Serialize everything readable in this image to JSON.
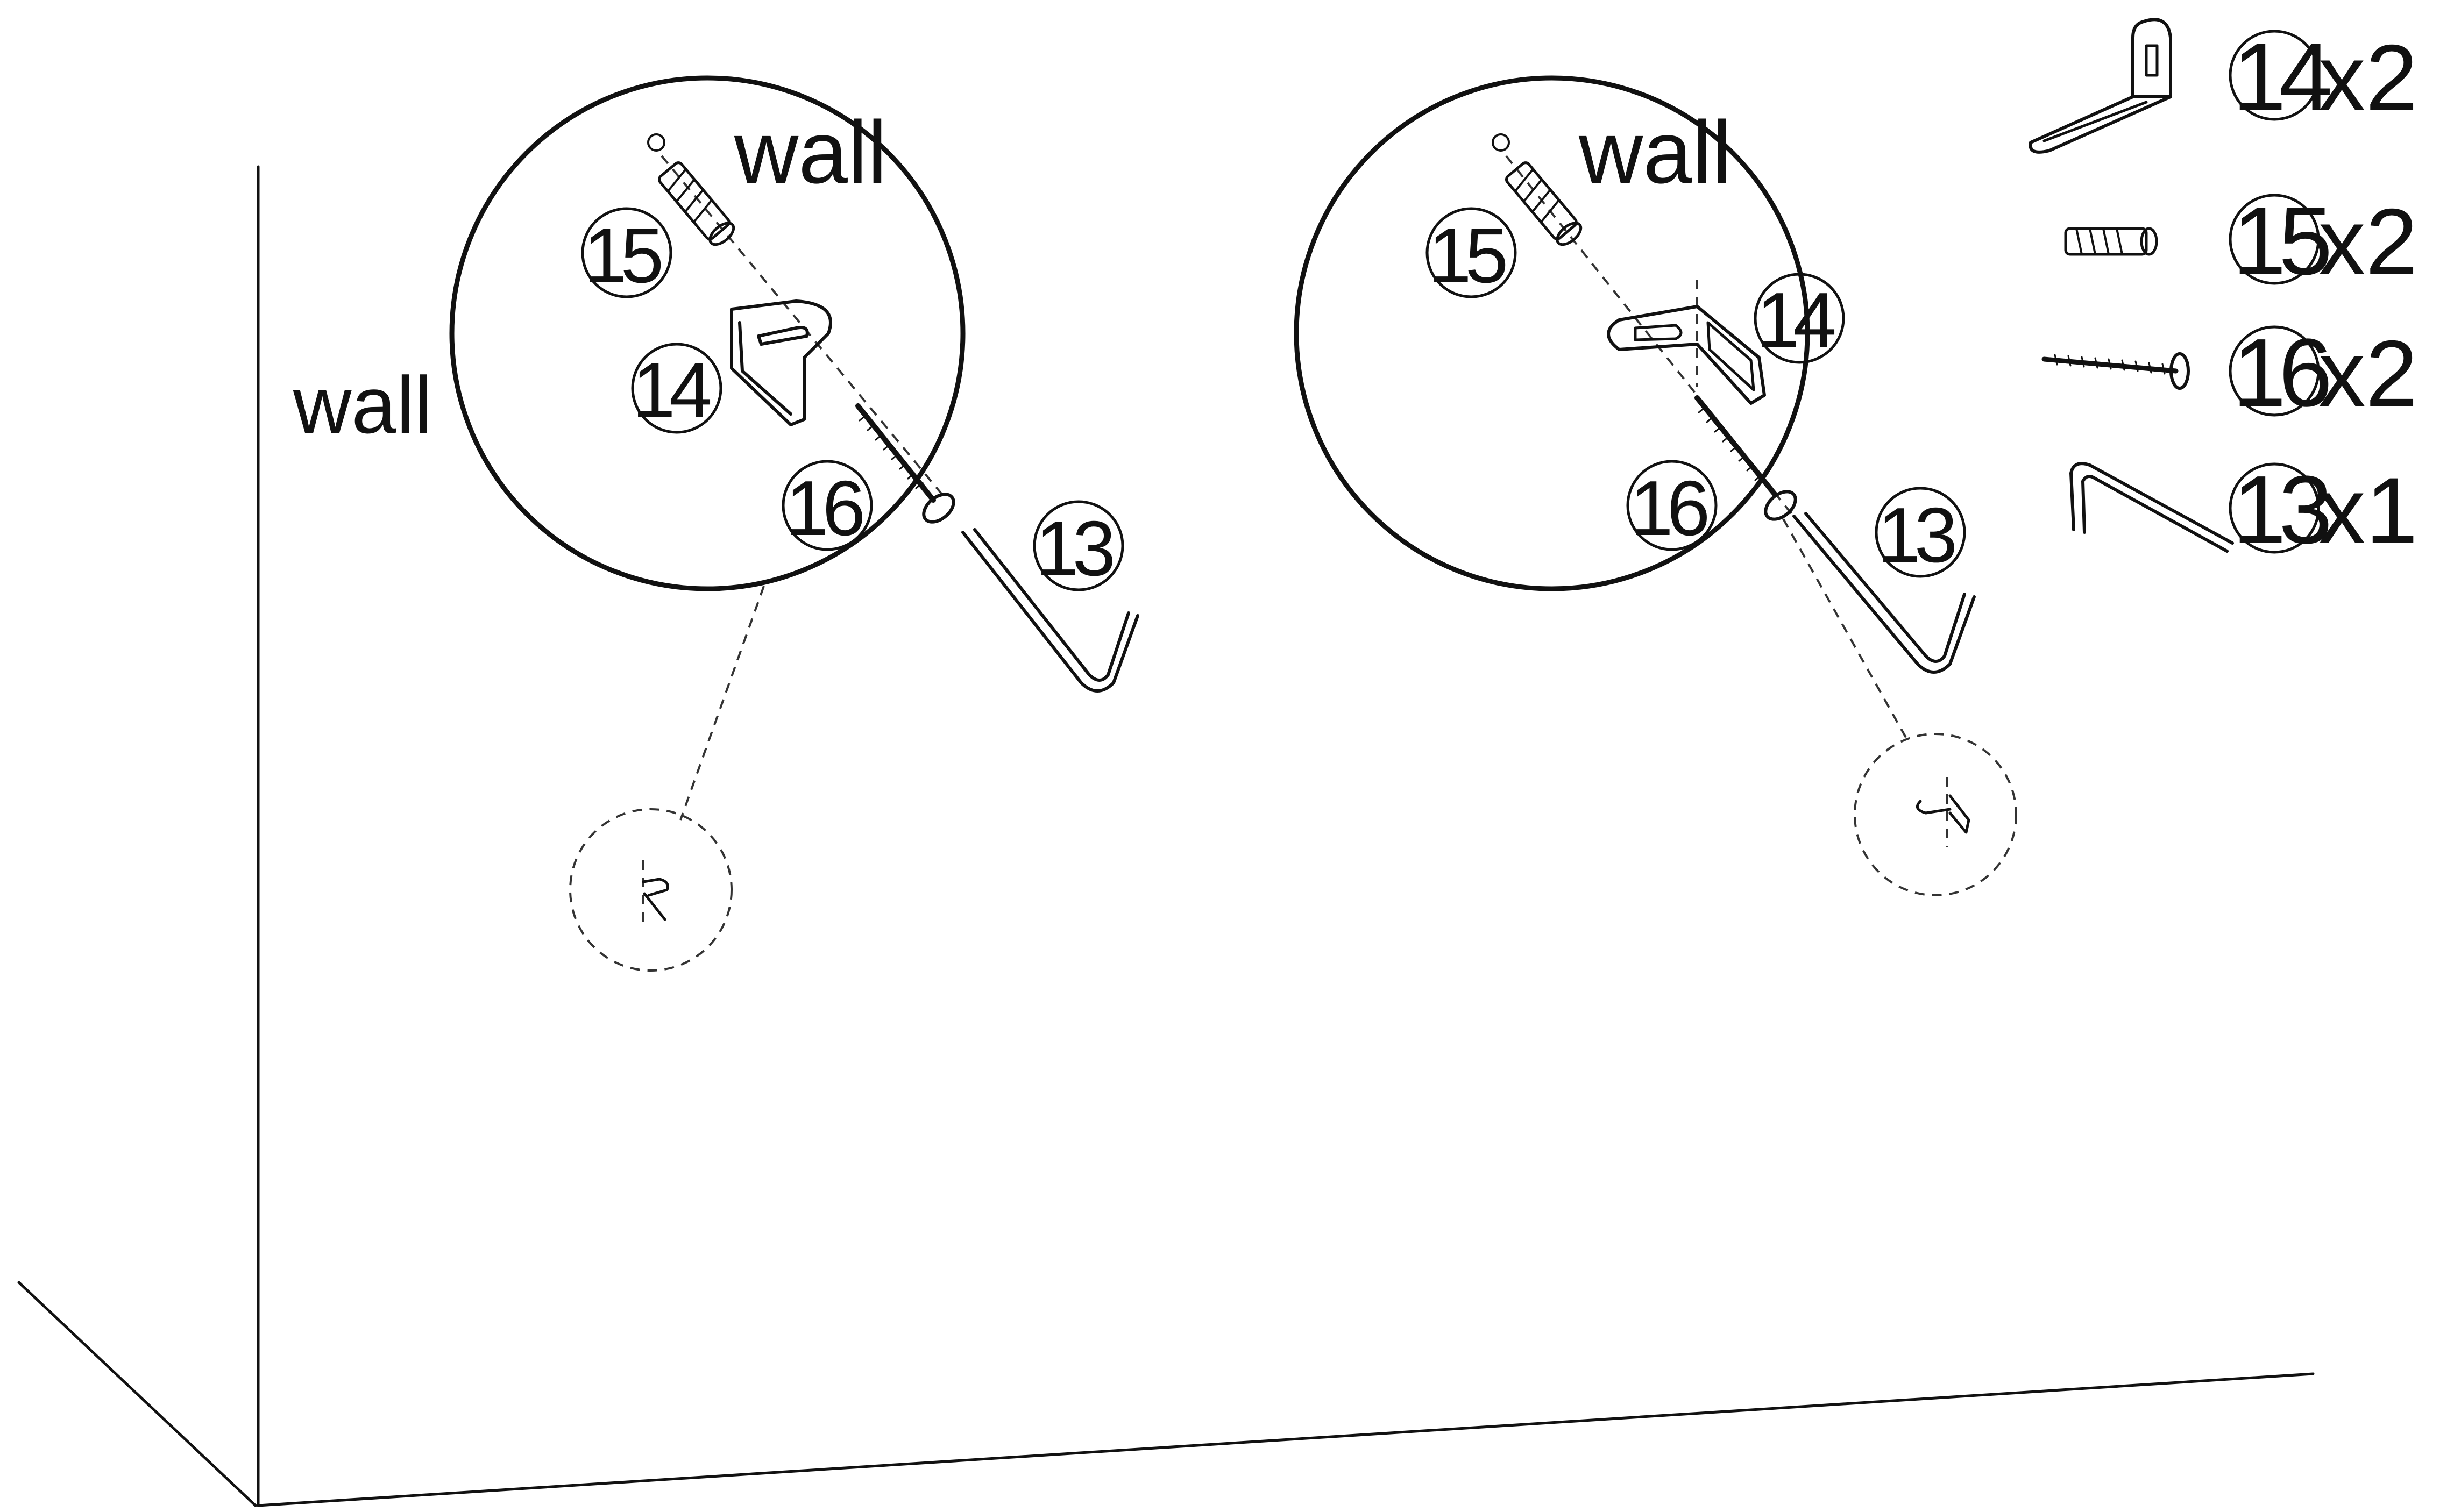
{
  "wall_label": "wall",
  "detail_left": {
    "wall_label": "wall",
    "callouts": {
      "anchor": "15",
      "bracket": "14",
      "screw": "16",
      "key": "13"
    }
  },
  "detail_right": {
    "wall_label": "wall",
    "callouts": {
      "anchor": "15",
      "bracket": "14",
      "screw": "16",
      "key": "13"
    }
  },
  "parts_list": [
    {
      "number": "14",
      "quantity": "x2",
      "icon": "l-bracket-icon"
    },
    {
      "number": "15",
      "quantity": "x2",
      "icon": "wall-anchor-icon"
    },
    {
      "number": "16",
      "quantity": "x2",
      "icon": "screw-icon"
    },
    {
      "number": "13",
      "quantity": "x1",
      "icon": "allen-key-icon"
    }
  ],
  "colors": {
    "line": "#111111",
    "background": "#ffffff"
  }
}
